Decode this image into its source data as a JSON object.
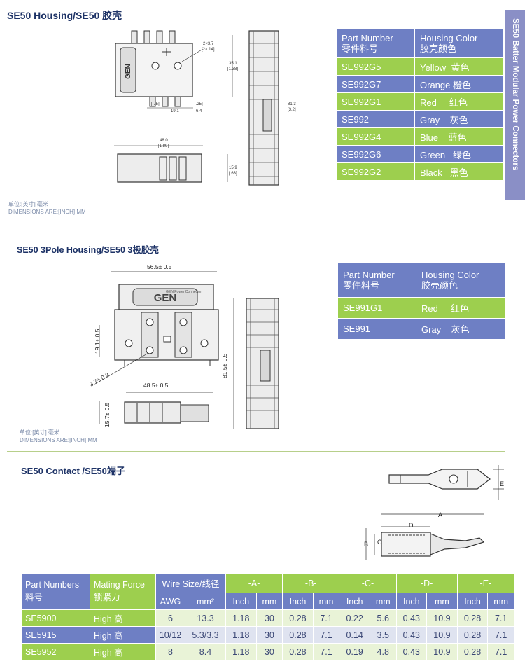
{
  "section1": {
    "title": "SE50 Housing/SE50 胶壳",
    "units_cn": "单位:[英寸] 毫米",
    "units_en": "DIMENSIONS ARE:[INCH] MM",
    "dims": {
      "d1": "2×3.7",
      "d1b": "[2×.14]",
      "d2": "35.1",
      "d2b": "[1.38]",
      "d3": "[.75]",
      "d4": "[.25]",
      "d5": "19.1",
      "d6": "6.4",
      "d7": "48.0",
      "d7b": "[1.89]",
      "d8": "15.9",
      "d8b": "[.63]",
      "d9": "81.3",
      "d9b": "[3.2]"
    },
    "table": {
      "header_part": "Part Number",
      "header_part_cn": "零件料号",
      "header_color": "Housing Color",
      "header_color_cn": "胶壳颜色",
      "rows": [
        {
          "part": "SE992G5",
          "color": "Yellow  黄色"
        },
        {
          "part": "SE992G7",
          "color": "Orange 橙色"
        },
        {
          "part": "SE992G1",
          "color": "Red     红色"
        },
        {
          "part": "SE992",
          "color": "Gray    灰色"
        },
        {
          "part": "SE992G4",
          "color": "Blue    蓝色"
        },
        {
          "part": "SE992G6",
          "color": "Green   绿色"
        },
        {
          "part": "SE992G2",
          "color": "Black   黑色"
        }
      ]
    }
  },
  "side_tab": "SE50 Batter Modular Power Connectors",
  "section2": {
    "title": "SE50 3Pole Housing/SE50 3极胶壳",
    "units_cn": "单位:[英寸] 毫米",
    "units_en": "DIMENSIONS ARE:[INCH] MM",
    "dims": {
      "w": "56.5± 0.5",
      "h": "19.1± 0.5",
      "diag": "3.7± 0.2",
      "len": "48.5± 0.5",
      "side": "81.5± 0.5",
      "bot": "15.7± 0.5"
    },
    "logo_sub": "GEN  Power  Connector",
    "table": {
      "header_part": "Part Number",
      "header_part_cn": "零件料号",
      "header_color": "Housing Color",
      "header_color_cn": "胶壳颜色",
      "rows": [
        {
          "part": "SE991G1",
          "color": "Red     红色"
        },
        {
          "part": "SE991",
          "color": "Gray    灰色"
        }
      ]
    }
  },
  "section3": {
    "title": "SE50 Contact /SE50端子",
    "labels": {
      "a": "A",
      "b": "B",
      "c": "C",
      "d": "D",
      "e": "E"
    },
    "table": {
      "h_part": "Part Numbers",
      "h_part_cn": "料号",
      "h_force": "Mating Force",
      "h_force_cn": "锁紧力",
      "h_wire": "Wire Size/线径",
      "h_a": "-A-",
      "h_b": "-B-",
      "h_c": "-C-",
      "h_d": "-D-",
      "h_e": "-E-",
      "sub_awg": "AWG",
      "sub_mm2": "mm²",
      "sub_inch": "Inch",
      "sub_mm": "mm",
      "rows": [
        {
          "part": "SE5900",
          "force": "High 高",
          "awg": "6",
          "mm2": "13.3",
          "a_in": "1.18",
          "a_mm": "30",
          "b_in": "0.28",
          "b_mm": "7.1",
          "c_in": "0.22",
          "c_mm": "5.6",
          "d_in": "0.43",
          "d_mm": "10.9",
          "e_in": "0.28",
          "e_mm": "7.1"
        },
        {
          "part": "SE5915",
          "force": "High 高",
          "awg": "10/12",
          "mm2": "5.3/3.3",
          "a_in": "1.18",
          "a_mm": "30",
          "b_in": "0.28",
          "b_mm": "7.1",
          "c_in": "0.14",
          "c_mm": "3.5",
          "d_in": "0.43",
          "d_mm": "10.9",
          "e_in": "0.28",
          "e_mm": "7.1"
        },
        {
          "part": "SE5952",
          "force": "High 高",
          "awg": "8",
          "mm2": "8.4",
          "a_in": "1.18",
          "a_mm": "30",
          "b_in": "0.28",
          "b_mm": "7.1",
          "c_in": "0.19",
          "c_mm": "4.8",
          "d_in": "0.43",
          "d_mm": "10.9",
          "e_in": "0.28",
          "e_mm": "7.1"
        }
      ]
    }
  }
}
